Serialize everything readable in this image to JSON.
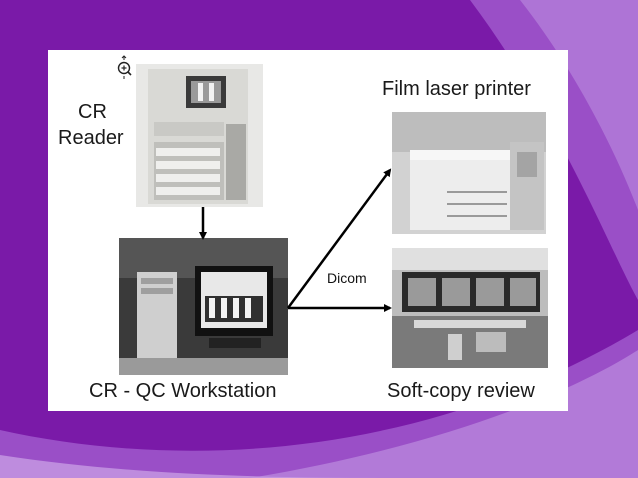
{
  "slide": {
    "colors": {
      "background": "#7a1aa8",
      "swoosh_light": "#b27ad8",
      "swoosh_mid": "#9a4fc7",
      "panel": "#ffffff"
    }
  },
  "diagram": {
    "nodes": {
      "cr_reader": {
        "label_line1": "CR",
        "label_line2": "Reader"
      },
      "film_printer": {
        "label": "Film laser printer"
      },
      "qc_workstation": {
        "label": "CR - QC Workstation"
      },
      "softcopy": {
        "label": "Soft-copy review"
      }
    },
    "edge_label": "Dicom",
    "icons": [
      "zoom-icon"
    ]
  }
}
